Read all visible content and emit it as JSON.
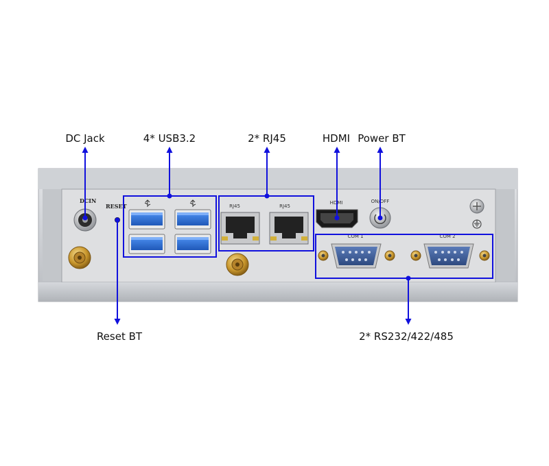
{
  "callouts": {
    "dc_jack": "DC Jack",
    "usb": "4* USB3.2",
    "rj45": "2* RJ45",
    "hdmi": "HDMI",
    "power": "Power BT",
    "reset": "Reset BT",
    "serial": "2* RS232/422/485"
  },
  "panel_labels": {
    "dcin": "DCIN",
    "reset": "RESET",
    "rj45_a": "RJ45",
    "rj45_b": "RJ45",
    "hdmi": "HDMI",
    "onoff": "ON/OFF",
    "com1": "COM 1",
    "com2": "COM 2"
  },
  "colors": {
    "accent": "#1010dd",
    "usb_blue": "#2a6fd6",
    "chassis": "#c9ccd0",
    "panel": "#dedfe1",
    "gold": "#c8962c",
    "db9_blue": "#3d5f9c"
  }
}
